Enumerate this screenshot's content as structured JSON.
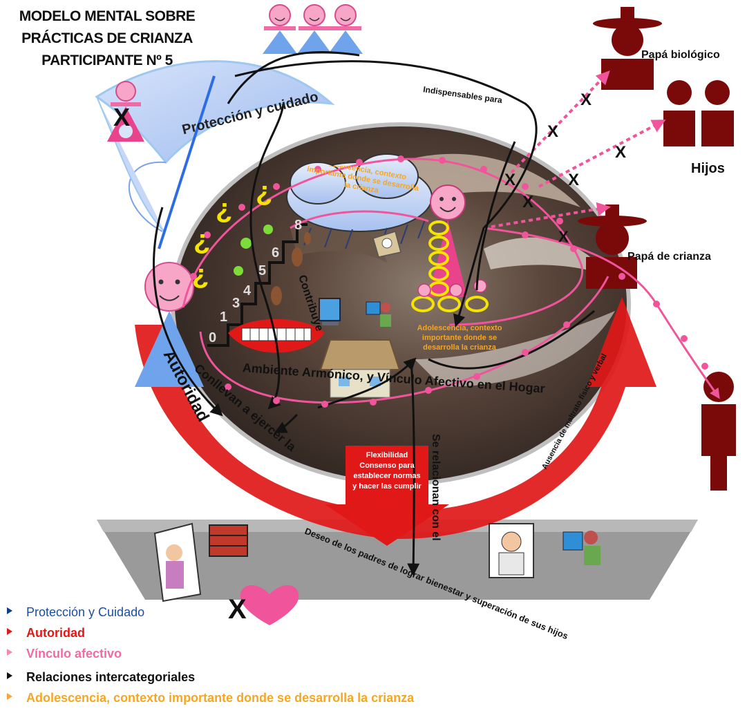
{
  "title": {
    "line1": "MODELO MENTAL SOBRE",
    "line2": "PRÁCTICAS DE  CRIANZA",
    "line3": "PARTICIPANTE Nº 5"
  },
  "labels": {
    "proteccion": "Protección y cuidado",
    "indispensables": "Indispensables  para",
    "papa_biologico": "Papá biológico",
    "hijos": "Hijos",
    "papa_crianza": "Papá de crianza",
    "adolescencia_cloud": "Adolescencia, contexto importante donde se desarrolla la crianza",
    "adolescencia_center": "Adolescencia, contexto importante donde se desarrolla la crianza",
    "contribuye": "Contribuye",
    "ambiente": "Ambiente Armónico, y Vínculo Afectivo  en el Hogar",
    "conllevan": "Conllevan a ejercer la",
    "autoridad": "Autoridad",
    "ausencia": "Ausencia de maltrato físico y verbal",
    "flexibilidad": "Flexibilidad Consenso para establecer normas y hacer las cumplir",
    "se_relacionan": "Se relacionan con el",
    "deseo": "Deseo de los padres de lograr bienestar y superación de sus hijos",
    "x_mark": "X",
    "question": "¿",
    "stairs": [
      "0",
      "1",
      "3",
      "4",
      "5",
      "6",
      "8"
    ]
  },
  "legend": [
    {
      "label": "Protección y Cuidado",
      "color": "#1a4fa0"
    },
    {
      "label": "Autoridad",
      "color": "#e01818"
    },
    {
      "label": "Vínculo afectivo",
      "color": "#f06aa6"
    },
    {
      "label": "Relaciones intercategoriales",
      "color": "#111111"
    },
    {
      "label": "Adolescencia, contexto importante donde se desarrolla la crianza",
      "color": "#f5a623"
    }
  ],
  "colors": {
    "umbrella": "#b8cdf3",
    "autoridad_arrow": "#e01818",
    "vinculo": "#f0559b",
    "father": "#7a0a0a",
    "ground": "#9a9a9a",
    "dark_oval": "#4b3a33"
  }
}
